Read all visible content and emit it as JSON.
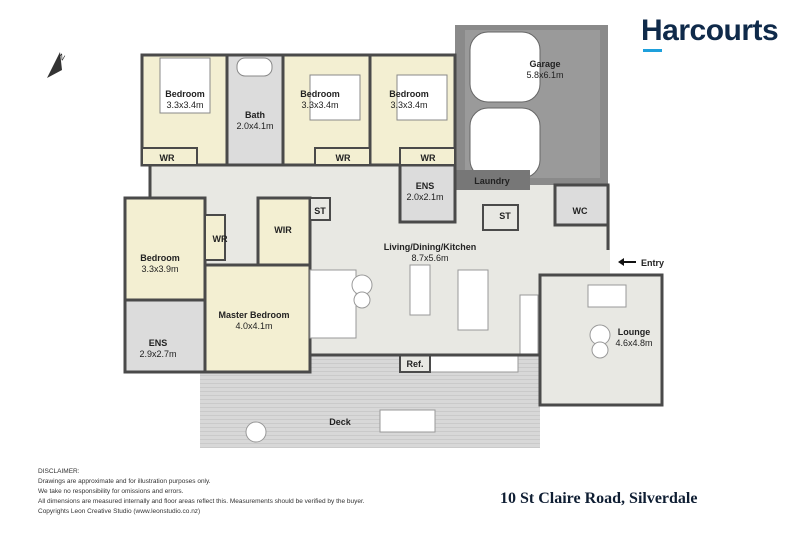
{
  "brand": {
    "name": "Harcourts",
    "accent": "#1ea0dc",
    "navy": "#0f2a4a"
  },
  "rooms": {
    "bed1": {
      "name": "Bedroom",
      "dim": "3.3x3.4m"
    },
    "bath": {
      "name": "Bath",
      "dim": "2.0x4.1m"
    },
    "bed2": {
      "name": "Bedroom",
      "dim": "3.3x3.4m"
    },
    "bed3": {
      "name": "Bedroom",
      "dim": "3.3x3.4m"
    },
    "garage": {
      "name": "Garage",
      "dim": "5.8x6.1m"
    },
    "laundry": {
      "name": "Laundry"
    },
    "ens1": {
      "name": "ENS",
      "dim": "2.0x2.1m"
    },
    "bed4": {
      "name": "Bedroom",
      "dim": "3.3x3.9m"
    },
    "master": {
      "name": "Master Bedroom",
      "dim": "4.0x4.1m"
    },
    "ens2": {
      "name": "ENS",
      "dim": "2.9x2.7m"
    },
    "living": {
      "name": "Living/Dining/Kitchen",
      "dim": "8.7x5.6m"
    },
    "lounge": {
      "name": "Lounge",
      "dim": "4.6x4.8m"
    },
    "deck": {
      "name": "Deck"
    },
    "wr": "WR",
    "wir": "WIR",
    "st": "ST",
    "wc": "WC",
    "ref": "Ref.",
    "entry": "Entry"
  },
  "colors": {
    "bedroom": "#f3efd2",
    "wet": "#dcdcdc",
    "living": "#e8e8e3",
    "garage": "#8a8a8a",
    "deck": "#d6d6d6",
    "wall": "#4a4a4a"
  },
  "disclaimer": {
    "title": "DISCLAIMER:",
    "lines": [
      "Drawings are approximate and for illustration purposes only.",
      "We take no responsibility for omissions and errors.",
      "All dimensions are measured internally and floor areas reflect this. Measurements should be verified by the buyer.",
      "Copyrights Leon Creative Studio (www.leonstudio.co.nz)"
    ]
  },
  "address": "10 St Claire Road, Silverdale"
}
